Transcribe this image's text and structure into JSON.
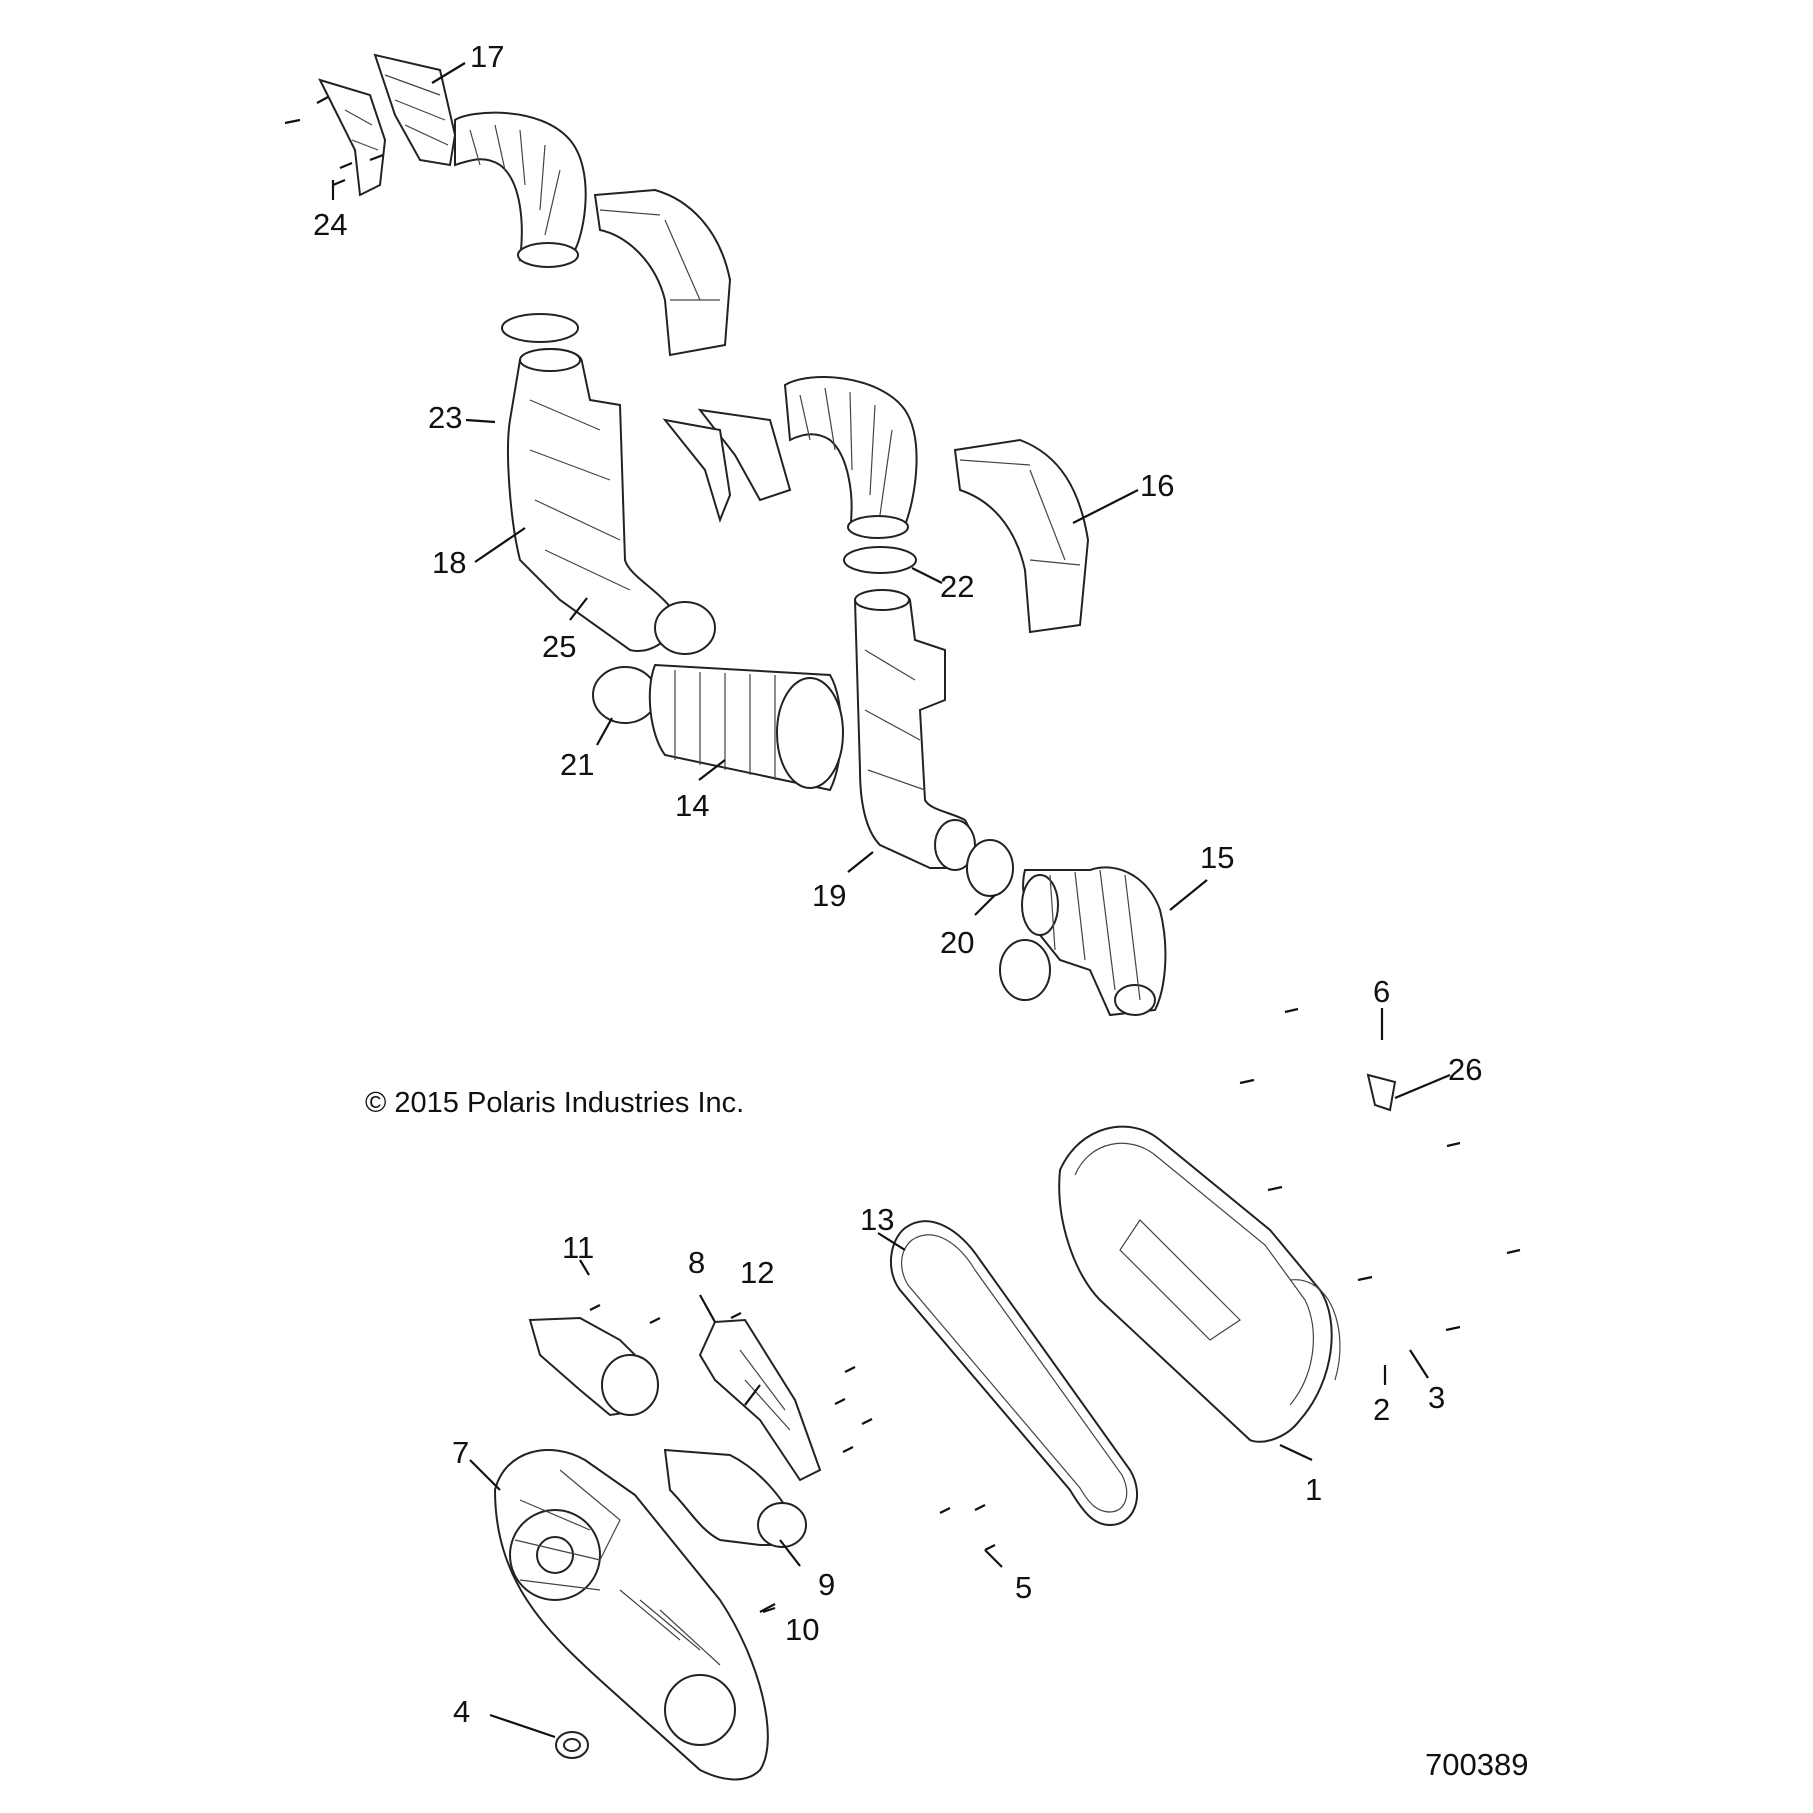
{
  "copyright": "© 2015 Polaris Industries Inc.",
  "document_number": "700389",
  "callouts": {
    "c1": "1",
    "c2": "2",
    "c3": "3",
    "c4": "4",
    "c5": "5",
    "c6": "6",
    "c7": "7",
    "c8": "8",
    "c9": "9",
    "c10": "10",
    "c11": "11",
    "c12": "12",
    "c13": "13",
    "c14": "14",
    "c15": "15",
    "c16": "16",
    "c17": "17",
    "c18": "18",
    "c19": "19",
    "c20": "20",
    "c21": "21",
    "c22": "22",
    "c23": "23",
    "c24": "24",
    "c25": "25",
    "c26": "26"
  }
}
